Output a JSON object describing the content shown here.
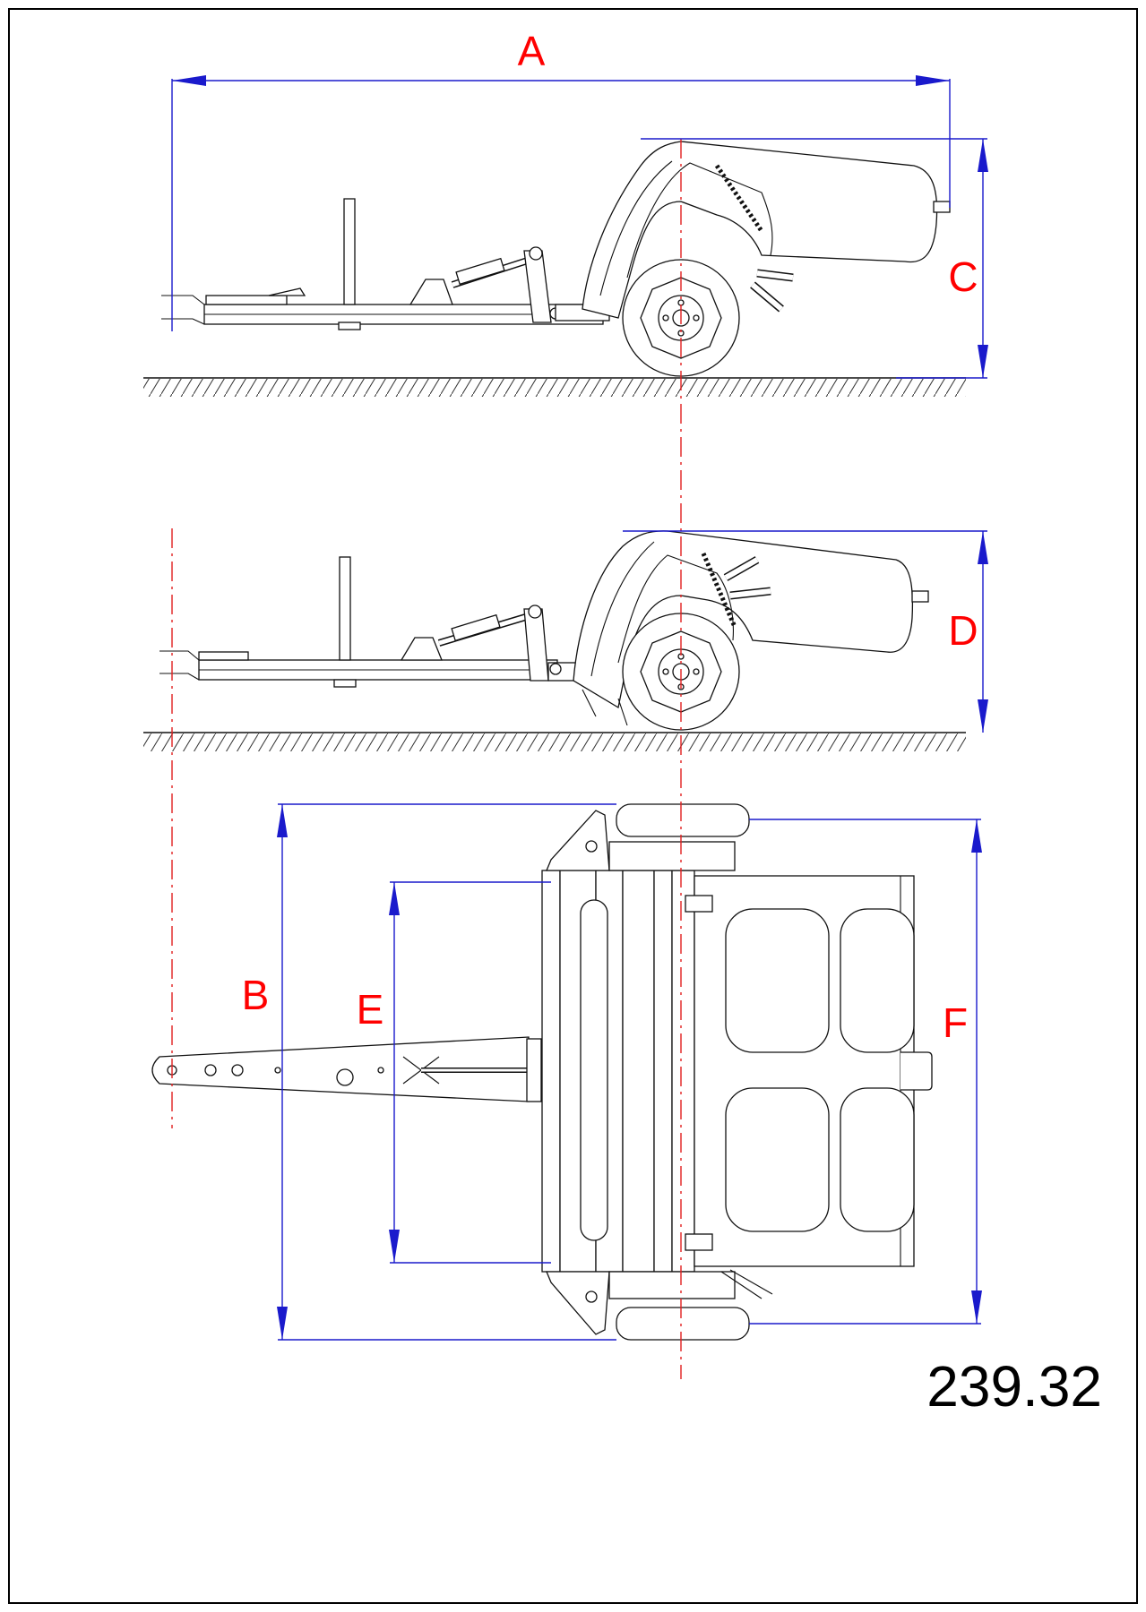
{
  "drawing": {
    "dimension_labels": {
      "overall_length": "A",
      "overall_width": "B",
      "height_working": "C",
      "height_transport": "D",
      "working_width": "E",
      "width_rear": "F"
    },
    "drawing_code": "239.32"
  },
  "colors": {
    "dimension_line": "#1a1acc",
    "label": "#ff0000",
    "centerline": "#e02020",
    "outline": "#111111"
  }
}
